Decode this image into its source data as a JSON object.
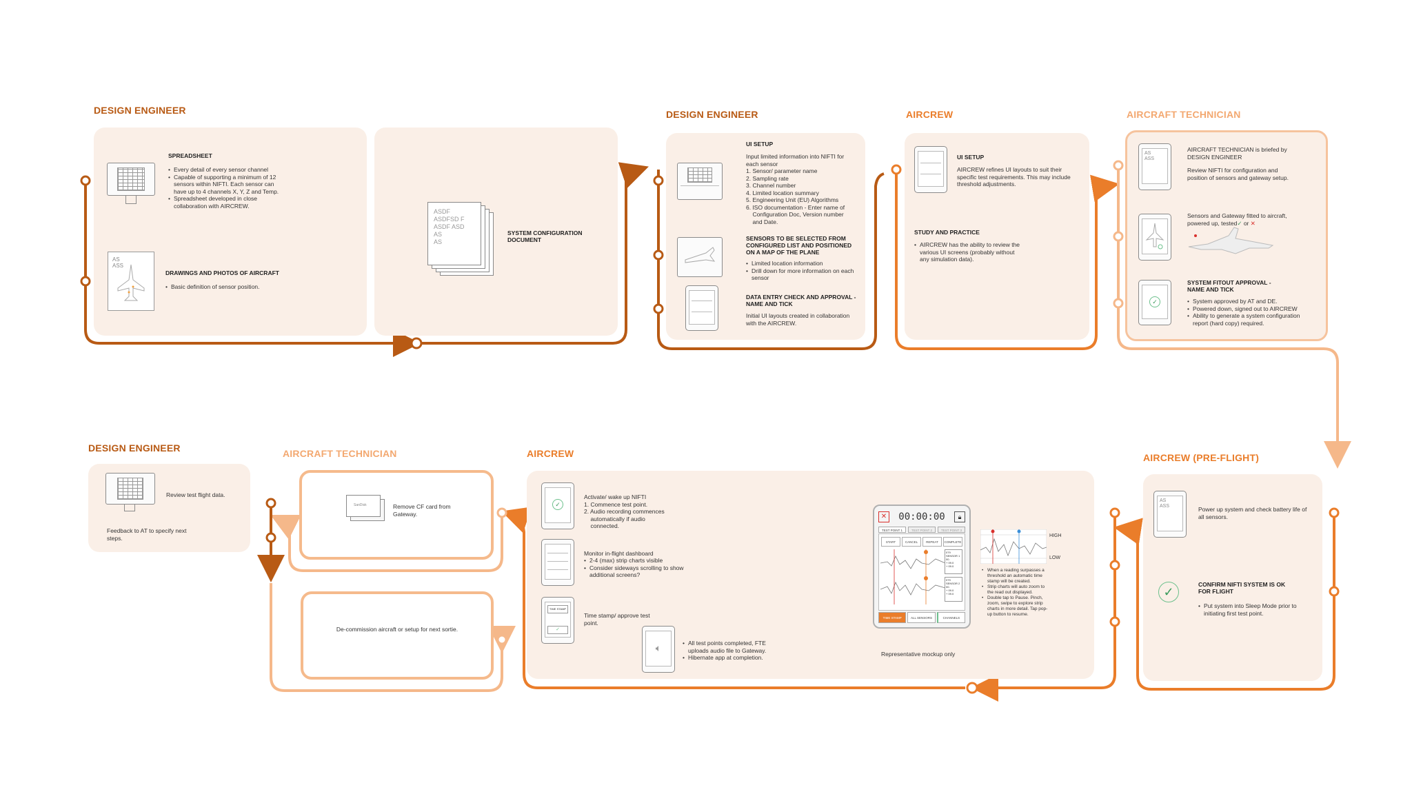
{
  "colors": {
    "dark": "#b85a14",
    "mid": "#ea7d2a",
    "light": "#f5b88a",
    "panel": "#faefe7",
    "check_green": "#3a9a5c",
    "cross_red": "#d9302c"
  },
  "roles": {
    "r1": "DESIGN ENGINEER",
    "r2": "DESIGN ENGINEER",
    "r3": "AIRCREW",
    "r4": "AIRCRAFT TECHNICIAN",
    "r5": "AIRCREW (PRE-FLIGHT)",
    "r6": "AIRCREW",
    "r7": "AIRCRAFT TECHNICIAN",
    "r8": "DESIGN ENGINEER"
  },
  "step1": {
    "spreadsheet_title": "SPREADSHEET",
    "spreadsheet_items": [
      "Every detail of every sensor channel",
      "Capable of supporting a minimum of 12 sensors within NIFTI. Each sensor can have up to 4 channels X, Y, Z and Temp.",
      "Spreadsheet developed in close collaboration with AIRCREW."
    ],
    "drawings_title": "DRAWINGS AND PHOTOS OF AIRCRAFT",
    "drawings_items": [
      "Basic definition of sensor position."
    ],
    "drawing_sketch_text": "AS\nASS",
    "doc_sketch_text": "ASDF\nASDFSD F\nASDF ASD\nAS\nAS",
    "config_doc_title": "SYSTEM CONFIGURATION DOCUMENT"
  },
  "step2": {
    "ui_setup_title": "UI SETUP",
    "ui_setup_intro": "Input limited information into NIFTI for each sensor",
    "ui_setup_items": [
      "1. Sensor/ parameter name",
      "2. Sampling rate",
      "3. Channel number",
      "4. Limited location summary",
      "5. Engineering Unit (EU) Algorithms",
      "6. ISO documentation - Enter name of",
      "    Configuration Doc, Version number",
      "    and Date."
    ],
    "sensors_title": "SENSORS TO BE SELECTED FROM CONFIGURED LIST AND POSITIONED ON A MAP OF THE PLANE",
    "sensors_items": [
      "Limited location information",
      "Drill down for more information on each sensor"
    ],
    "check_title": "DATA ENTRY CHECK AND APPROVAL - NAME AND TICK",
    "check_text": "Initial UI layouts created in collaboration with the AIRCREW."
  },
  "step3": {
    "ui_setup_title": "UI SETUP",
    "ui_setup_text": "AIRCREW refines UI layouts to suit their specific test requirements. This may include threshold adjustments.",
    "study_title": "STUDY AND PRACTICE",
    "study_items": [
      "AIRCREW has the ability to review the various UI screens (probably without any simulation data)."
    ]
  },
  "step4": {
    "brief_text_1": "AIRCRAFT TECHNICIAN is briefed by DESIGN ENGINEER",
    "brief_text_2": "Review NIFTI for configuration and position of sensors and gateway setup.",
    "fitted_text": "Sensors and Gateway fitted to aircraft, powered up, tested",
    "fitted_or": "or",
    "check_glyph": "✓",
    "cross_glyph": "✕",
    "approval_title": "SYSTEM FITOUT APPROVAL - NAME AND TICK",
    "approval_items": [
      "System approved by AT and DE.",
      "Powered down, signed out to AIRCREW",
      "Ability to generate a system configuration report (hard copy) required."
    ],
    "device_sketch_text": "AS\nASS"
  },
  "step5": {
    "powerup_text": "Power up system and check battery life of all sensors.",
    "confirm_title": "CONFIRM NIFTI SYSTEM IS OK FOR FLIGHT",
    "confirm_items": [
      "Put system into Sleep Mode prior to initiating first test point."
    ],
    "device_sketch_text": "AS\nASS"
  },
  "step6": {
    "activate_text": [
      "Activate/ wake up NIFTI",
      "1. Commence test point.",
      "2. Audio recording commences",
      "    automatically if audio",
      "    connected."
    ],
    "monitor_title": "Monitor in-flight dashboard",
    "monitor_items": [
      "2-4 (max) strip charts visible",
      "Consider sideways scrolling to show additional screens?"
    ],
    "timestamp_text": "Time stamp/ approve test point.",
    "timestamp_button": "TIME STAMP",
    "upload_items": [
      "All test points completed, FTE uploads audio file to Gateway.",
      "Hibernate app at completion."
    ],
    "mock_timer": "00:00:00",
    "mock_tabs": [
      "TEST POINT 1",
      "TEST POINT 2",
      "TEST POINT 3"
    ],
    "mock_buttons": [
      "START",
      "CANCEL",
      "REPEAT",
      "COMPLETE"
    ],
    "mock_sensor1": [
      "079",
      "SENSOR 1",
      "00.",
      "+ 09.0",
      "+ 09.0"
    ],
    "mock_sensor2": [
      "079",
      "SENSOR 2",
      "00.",
      "+ 09.0",
      "+ 09.0"
    ],
    "mock_bottom": [
      "TIME STAMP",
      "ALL SENSORS",
      "CHANNELS"
    ],
    "chart_high": "HIGH",
    "chart_low": "LOW",
    "notes": [
      "When a reading surpasses a threshold an automatic time stamp will be created.",
      "Strip charts will auto zoom to the read out displayed.",
      "Double tap to Pause. Pinch, zoom, swipe to explore strip charts in more detail. Tap pop-up button to resume."
    ],
    "mockup_caption": "Representative mockup only"
  },
  "step7": {
    "remove_text": "Remove CF card from Gateway.",
    "card_label": "SanDisk",
    "decommission_text": "De-commission aircraft or setup for next sortie."
  },
  "step8": {
    "review_text": "Review test flight data.",
    "feedback_text": "Feedback to AT to specify next steps."
  }
}
